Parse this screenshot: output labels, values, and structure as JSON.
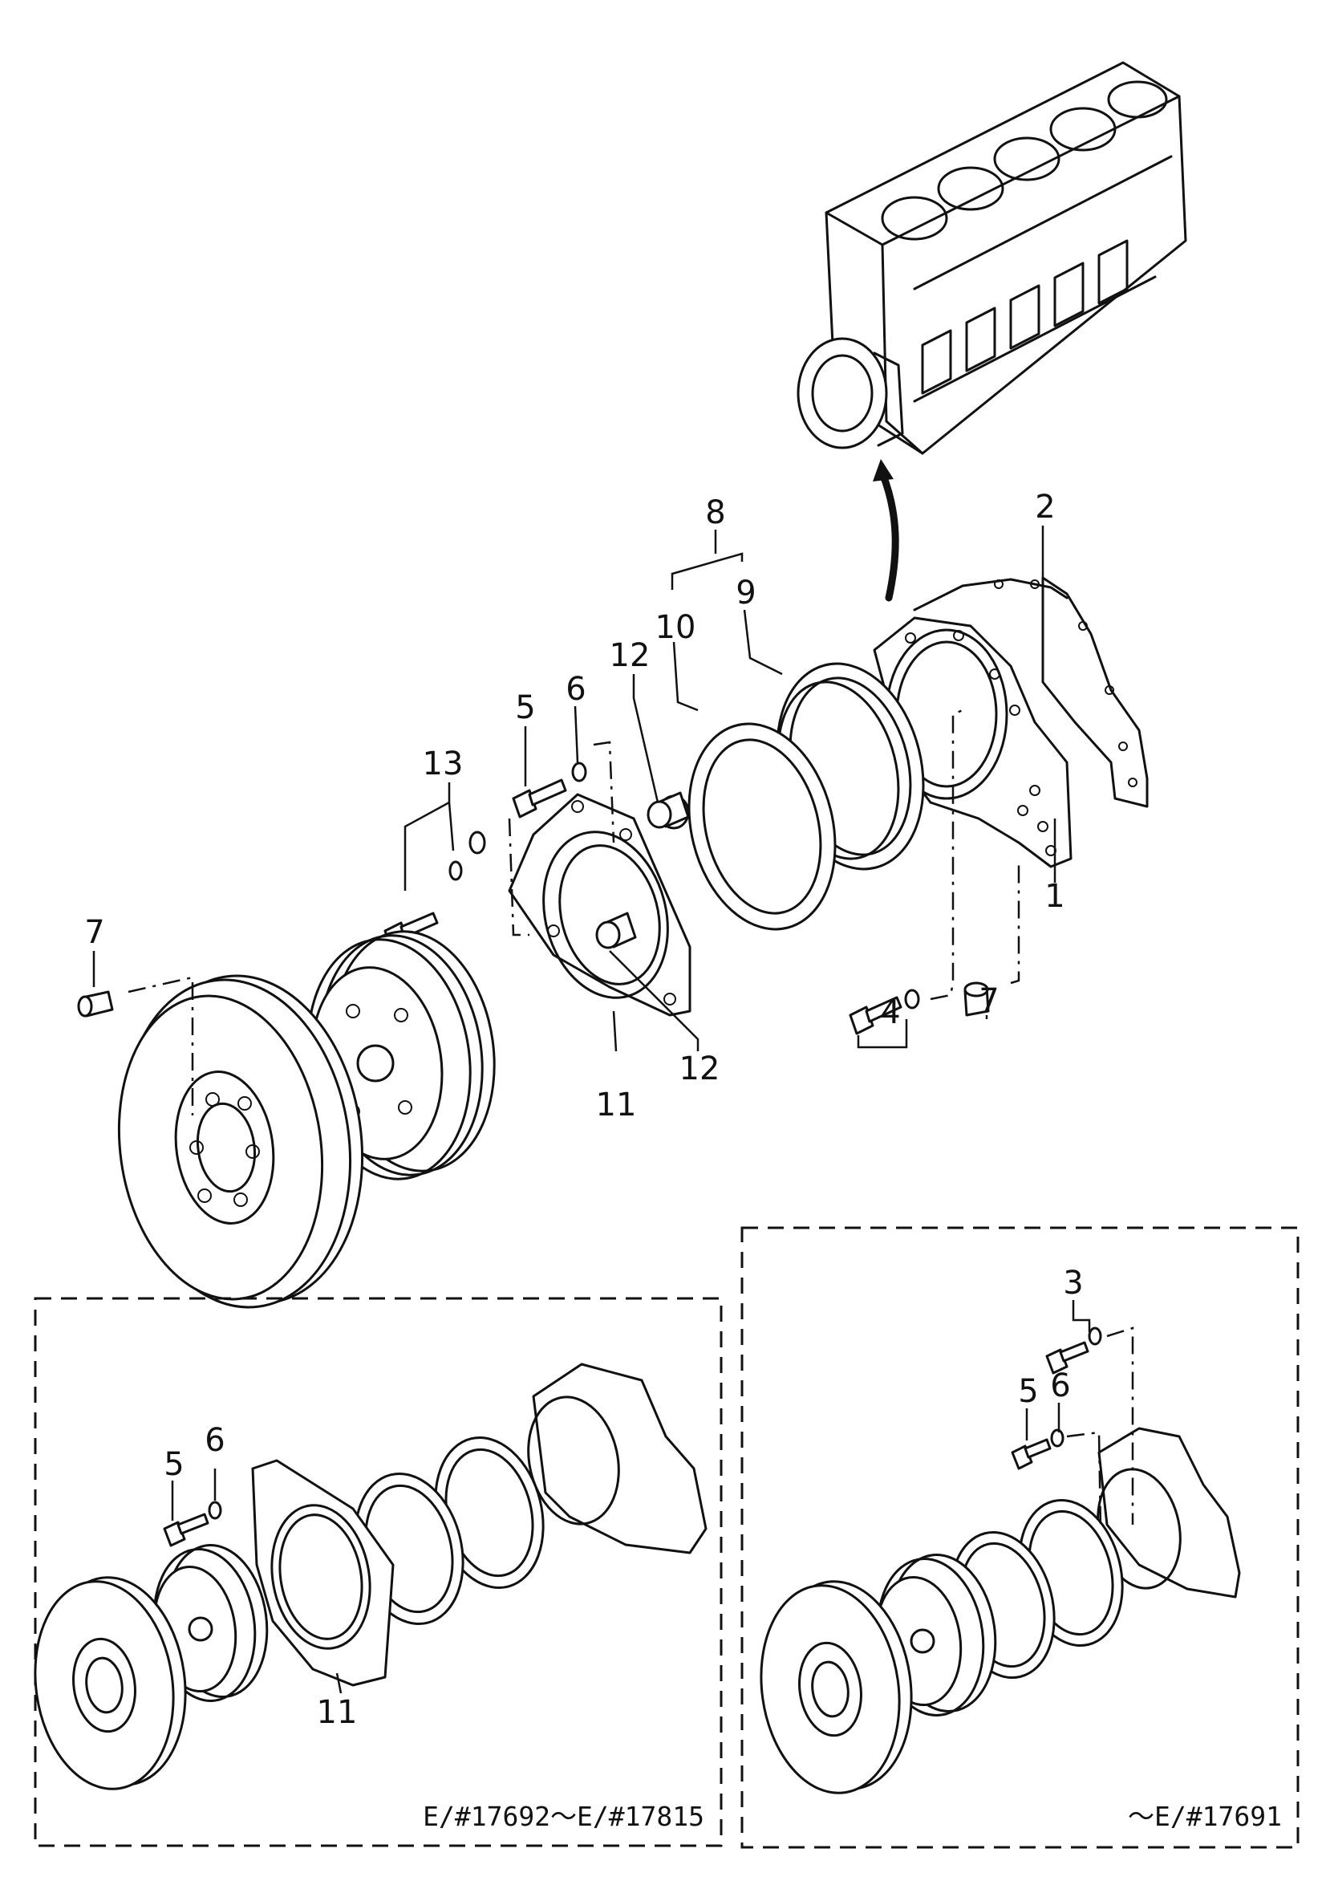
{
  "callouts": {
    "n1": "1",
    "n2": "2",
    "n3": "3",
    "n4": "4",
    "n5": "5",
    "n6": "6",
    "n7": "7",
    "n8": "8",
    "n9": "9",
    "n10": "10",
    "n11": "11",
    "n12": "12",
    "n13": "13"
  },
  "insets": {
    "left_serial": "E/#17692～E/#17815",
    "right_serial": "～E/#17691"
  },
  "colors": {
    "ink": "#111111",
    "paper": "#ffffff"
  }
}
